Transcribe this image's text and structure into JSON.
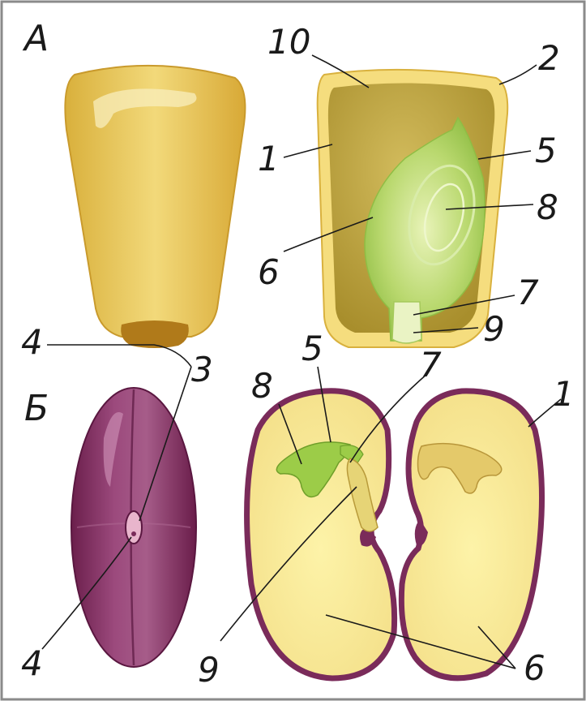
{
  "sections": {
    "a": "А",
    "b": "Б"
  },
  "labels": {
    "n1": "1",
    "n2": "2",
    "n3": "3",
    "n4": "4",
    "n5": "5",
    "n6": "6",
    "n7": "7",
    "n8": "8",
    "n9": "9",
    "n10": "10"
  },
  "colors": {
    "corn_outer": "#e8c65a",
    "corn_inner": "#c7a83e",
    "corn_tip": "#b07a1a",
    "endosperm": "#c5ad4e",
    "embryo_green": "#b4d66a",
    "bean_coat": "#7a2b5a",
    "bean_coat_light": "#b06a94",
    "cotyledon": "#fbeea0",
    "frame": "#8a8a8a"
  }
}
